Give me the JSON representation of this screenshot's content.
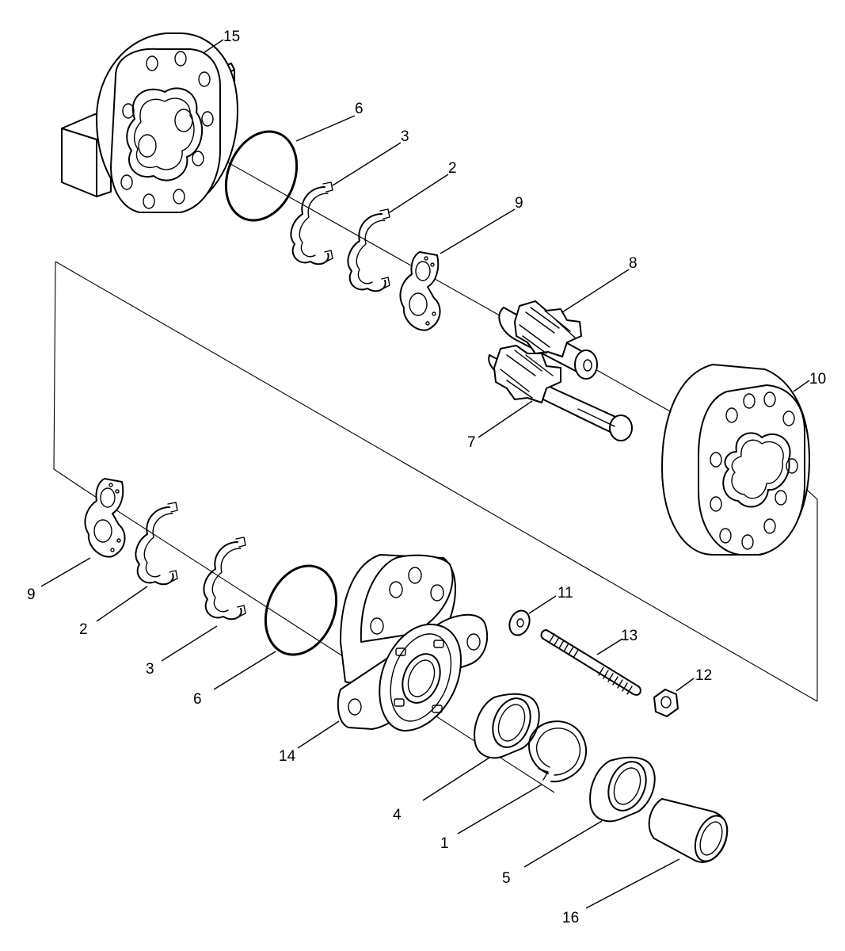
{
  "callouts": {
    "c15": "15",
    "c6_top": "6",
    "c3_top": "3",
    "c2_top": "2",
    "c9_top": "9",
    "c8": "8",
    "c10": "10",
    "c7": "7",
    "c9_left": "9",
    "c2_left": "2",
    "c3_left": "3",
    "c6_left": "6",
    "c14": "14",
    "c11": "11",
    "c13": "13",
    "c12": "12",
    "c4": "4",
    "c1": "1",
    "c5": "5",
    "c16": "16"
  }
}
